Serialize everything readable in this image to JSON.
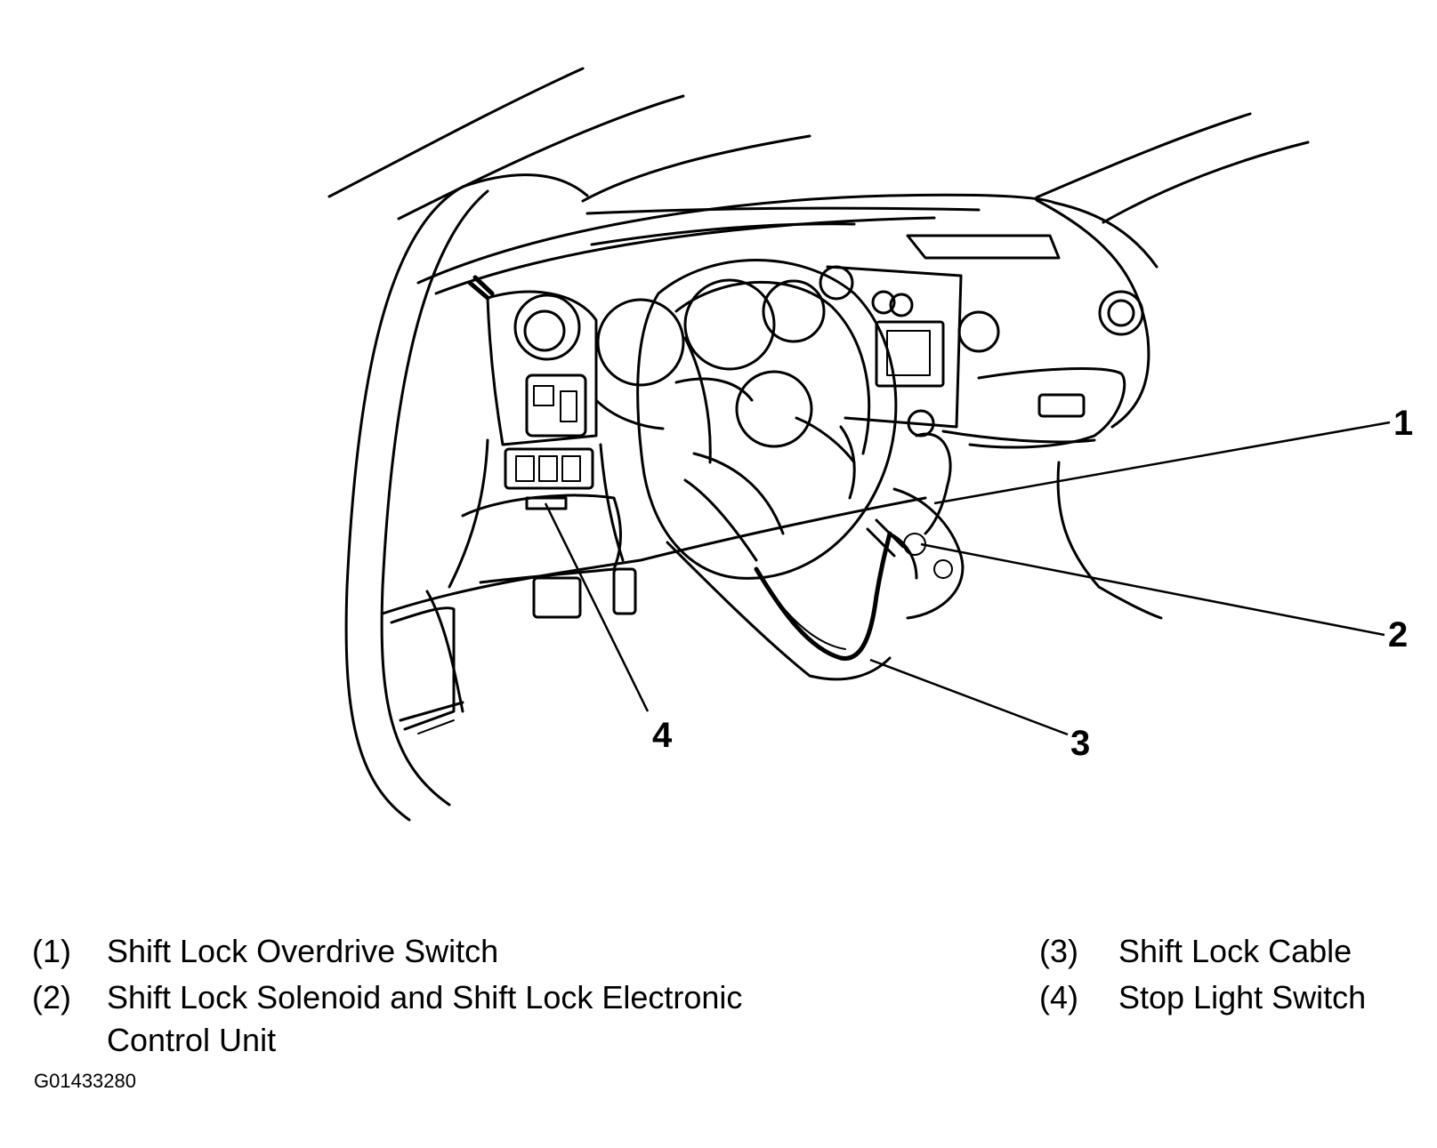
{
  "callouts": [
    {
      "number": "1"
    },
    {
      "number": "2"
    },
    {
      "number": "3"
    },
    {
      "number": "4"
    }
  ],
  "legend": [
    {
      "number": "(1)",
      "text": "Shift Lock Overdrive Switch"
    },
    {
      "number": "(2)",
      "text": "Shift Lock Solenoid and Shift Lock Electronic",
      "text_line2": "Control Unit"
    },
    {
      "number": "(3)",
      "text": "Shift Lock Cable"
    },
    {
      "number": "(4)",
      "text": "Stop Light Switch"
    }
  ],
  "figure_code": "G01433280",
  "colors": {
    "ink": "#000000",
    "paper": "#ffffff"
  }
}
